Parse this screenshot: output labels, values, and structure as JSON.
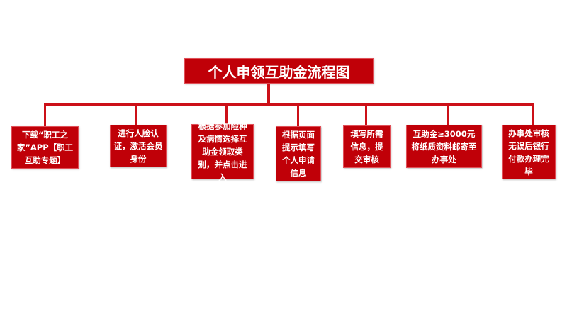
{
  "title": "个人申领互助金流程图",
  "steps": [
    "下载“职工之家”APP【职工互助专题】",
    "进行人脸认证，激活会员身份",
    "根据参加险种及病情选择互助金领取类别，并点击进入",
    "根据页面提示填写个人申请信息",
    "填写所需信息，提交审核",
    "互助金≥3000元将纸质资料邮寄至办事处",
    "办事处审核无误后银行付款办理完毕"
  ],
  "colors": {
    "primary": "#c00008"
  }
}
